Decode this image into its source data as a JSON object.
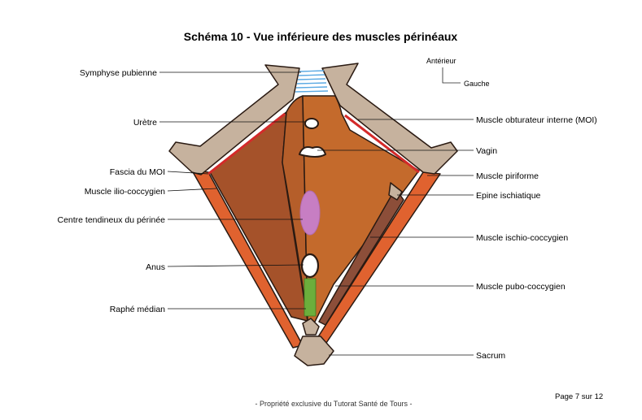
{
  "title": "Schéma 10 - Vue inférieure des muscles périnéaux",
  "orientation": {
    "anterior": "Antérieur",
    "left": "Gauche"
  },
  "labels_left": [
    "Symphyse pubienne",
    "Urètre",
    "Fascia du MOI",
    "Muscle ilio-coccygien",
    "Centre tendineux du périnée",
    "Anus",
    "Raphé médian"
  ],
  "labels_right": [
    "Muscle obturateur interne (MOI)",
    "Vagin",
    "Muscle piriforme",
    "Epine ischiatique",
    "Muscle ischio-coccygien",
    "Muscle pubo-coccygien",
    "Sacrum"
  ],
  "page": {
    "prefix": "Page ",
    "current": "7",
    "sep": " sur ",
    "total": "12"
  },
  "footer": "- Propriété exclusive du Tutorat Santé de Tours -",
  "colors": {
    "bone": "#c6b29e",
    "muscle_brown": "#a5522a",
    "muscle_orange": "#c46a2c",
    "obturator": "#e0622f",
    "fascia": "#d42a2a",
    "ischio": "#8c4e39",
    "center": "#c77ec3",
    "raphe": "#6cae3c",
    "symphysis": "#5aa9e3"
  }
}
